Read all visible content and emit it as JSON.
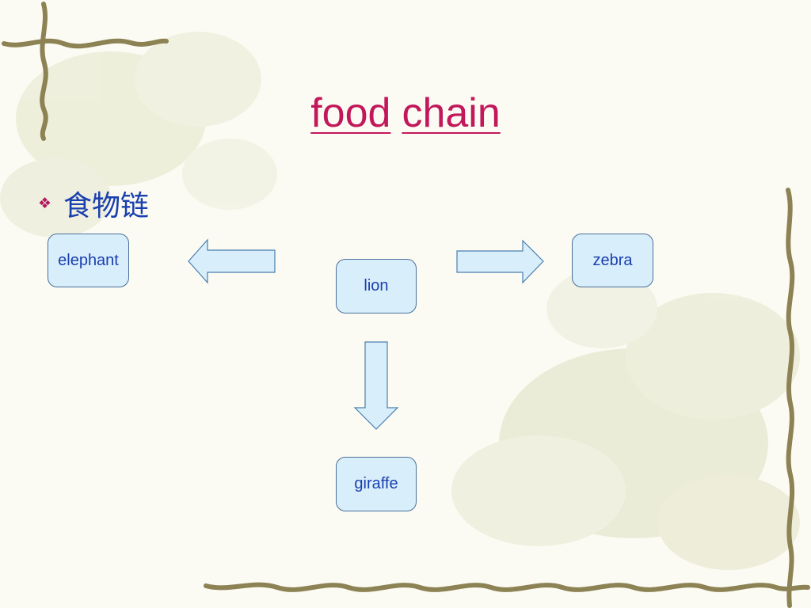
{
  "slide": {
    "title_words": [
      "food",
      "chain"
    ],
    "bullet": {
      "glyph": "❖",
      "text": "食物链"
    }
  },
  "diagram": {
    "nodes": {
      "center": {
        "label": "lion"
      },
      "left": {
        "label": "elephant"
      },
      "right": {
        "label": "zebra"
      },
      "bottom": {
        "label": "giraffe"
      }
    },
    "arrows": [
      {
        "from": "center",
        "to": "left",
        "direction": "left"
      },
      {
        "from": "center",
        "to": "right",
        "direction": "right"
      },
      {
        "from": "center",
        "to": "bottom",
        "direction": "down"
      }
    ]
  },
  "colors": {
    "title": "#c2185b",
    "bullet_glyph": "#b0185e",
    "body_text": "#1a3fae",
    "node_fill": "#d8eefb",
    "node_border": "#4a6f9a",
    "arrow_fill": "#d8eefb",
    "arrow_border": "#4a7fb0",
    "background": "#fbfbf3",
    "vine": "#8c8254"
  }
}
